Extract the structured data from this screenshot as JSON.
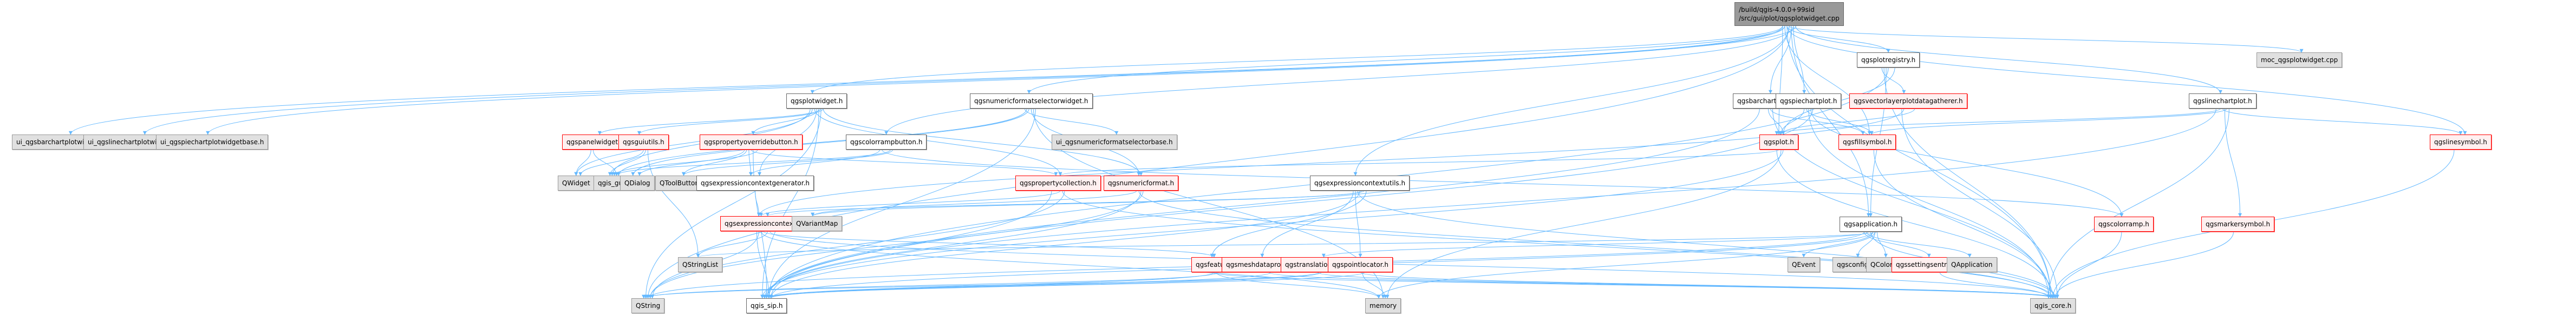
{
  "title": "Include dependency graph for qgsplotwidget.cpp",
  "colors": {
    "edge": "#63b8ff",
    "root_fill": "#999999",
    "documented_fill": "#ffffff",
    "external_fill": "#e0e0e0",
    "truncated_border": "#ff0000",
    "truncated_fill": "#fff0f0"
  },
  "root": {
    "line1": "/build/qgis-4.0.0+99sid",
    "line2": "/src/gui/plot/qgsplotwidget.cpp"
  },
  "nodes": [
    {
      "id": "qgsplotwidget_h",
      "label": "qgsplotwidget.h",
      "kind": "doc"
    },
    {
      "id": "qgsnumericformatselectorwidget_h",
      "label": "qgsnumericformatselectorwidget.h",
      "kind": "doc"
    },
    {
      "id": "qgsplotregistry_h",
      "label": "qgsplotregistry.h",
      "kind": "doc"
    },
    {
      "id": "moc_qgsplotwidget_cpp",
      "label": "moc_qgsplotwidget.cpp",
      "kind": "ext"
    },
    {
      "id": "qgsbarchartplot_h",
      "label": "qgsbarchartplot.h",
      "kind": "doc"
    },
    {
      "id": "qgspiechartplot_h",
      "label": "qgspiechartplot.h",
      "kind": "doc"
    },
    {
      "id": "qgsvectorlayerplotdatagatherer_h",
      "label": "qgsvectorlayerplotdatagatherer.h",
      "kind": "red"
    },
    {
      "id": "qgslinechartplot_h",
      "label": "qgslinechartplot.h",
      "kind": "doc"
    },
    {
      "id": "ui_qgsbarchartplotwidgetbase_h",
      "label": "ui_qgsbarchartplotwidgetbase.h",
      "kind": "ext"
    },
    {
      "id": "ui_qgslinechartplotwidgetbase_h",
      "label": "ui_qgslinechartplotwidgetbase.h",
      "kind": "ext"
    },
    {
      "id": "ui_qgspiechartplotwidgetbase_h",
      "label": "ui_qgspiechartplotwidgetbase.h",
      "kind": "ext"
    },
    {
      "id": "qgspanelwidget_h",
      "label": "qgspanelwidget.h",
      "kind": "red"
    },
    {
      "id": "qgsguiutils_h",
      "label": "qgsguiutils.h",
      "kind": "red"
    },
    {
      "id": "qgspropertyoverridebutton_h",
      "label": "qgspropertyoverridebutton.h",
      "kind": "red"
    },
    {
      "id": "qgscolorrampbutton_h",
      "label": "qgscolorrampbutton.h",
      "kind": "doc"
    },
    {
      "id": "ui_qgsnumericformatselectorbase_h",
      "label": "ui_qgsnumericformatselectorbase.h",
      "kind": "ext"
    },
    {
      "id": "qgsplot_h",
      "label": "qgsplot.h",
      "kind": "red"
    },
    {
      "id": "qgsfillsymbol_h",
      "label": "qgsfillsymbol.h",
      "kind": "red"
    },
    {
      "id": "qgslinesymbol_h",
      "label": "qgslinesymbol.h",
      "kind": "red"
    },
    {
      "id": "QWidget",
      "label": "QWidget",
      "kind": "ext"
    },
    {
      "id": "qgis_gui_h",
      "label": "qgis_gui.h",
      "kind": "ext"
    },
    {
      "id": "QDialog",
      "label": "QDialog",
      "kind": "ext"
    },
    {
      "id": "QToolButton",
      "label": "QToolButton",
      "kind": "ext"
    },
    {
      "id": "qgsexpressioncontextgenerator_h",
      "label": "qgsexpressioncontextgenerator.h",
      "kind": "doc"
    },
    {
      "id": "qgspropertycollection_h",
      "label": "qgspropertycollection.h",
      "kind": "red"
    },
    {
      "id": "qgsnumericformat_h",
      "label": "qgsnumericformat.h",
      "kind": "red"
    },
    {
      "id": "qgsexpressioncontextutils_h",
      "label": "qgsexpressioncontextutils.h",
      "kind": "doc"
    },
    {
      "id": "qgscolorramp_h",
      "label": "qgscolorramp.h",
      "kind": "red"
    },
    {
      "id": "qgsmarkersymbol_h",
      "label": "qgsmarkersymbol.h",
      "kind": "red"
    },
    {
      "id": "qgsexpressioncontext_h",
      "label": "qgsexpressioncontext.h",
      "kind": "red"
    },
    {
      "id": "QVariantMap",
      "label": "QVariantMap",
      "kind": "ext"
    },
    {
      "id": "qgsapplication_h",
      "label": "qgsapplication.h",
      "kind": "doc"
    },
    {
      "id": "QStringList",
      "label": "QStringList",
      "kind": "ext"
    },
    {
      "id": "qgsfeature_h",
      "label": "qgsfeature.h",
      "kind": "red"
    },
    {
      "id": "qgsmeshdataprovider_h",
      "label": "qgsmeshdataprovider.h",
      "kind": "red"
    },
    {
      "id": "qgstranslationcontext_h",
      "label": "qgstranslationcontext.h",
      "kind": "red"
    },
    {
      "id": "qgspointlocator_h",
      "label": "qgspointlocator.h",
      "kind": "red"
    },
    {
      "id": "QEvent",
      "label": "QEvent",
      "kind": "ext"
    },
    {
      "id": "qgsconfig_h",
      "label": "qgsconfig.h",
      "kind": "ext"
    },
    {
      "id": "QColor",
      "label": "QColor",
      "kind": "ext"
    },
    {
      "id": "qgssettingsentryimpl_h",
      "label": "qgssettingsentryimpl.h",
      "kind": "red"
    },
    {
      "id": "QApplication",
      "label": "QApplication",
      "kind": "ext"
    },
    {
      "id": "QString",
      "label": "QString",
      "kind": "ext"
    },
    {
      "id": "qgis_sip_h",
      "label": "qgis_sip.h",
      "kind": "doc"
    },
    {
      "id": "memory",
      "label": "memory",
      "kind": "ext"
    },
    {
      "id": "qgis_core_h",
      "label": "qgis_core.h",
      "kind": "ext"
    }
  ],
  "edges": [
    [
      "root",
      "qgsplotwidget_h"
    ],
    [
      "root",
      "qgsnumericformatselectorwidget_h"
    ],
    [
      "root",
      "qgsplotregistry_h"
    ],
    [
      "root",
      "moc_qgsplotwidget_cpp"
    ],
    [
      "root",
      "qgsbarchartplot_h"
    ],
    [
      "root",
      "qgspiechartplot_h"
    ],
    [
      "root",
      "qgslinechartplot_h"
    ],
    [
      "root",
      "qgsplot_h"
    ],
    [
      "root",
      "qgsfillsymbol_h"
    ],
    [
      "root",
      "qgslinesymbol_h"
    ],
    [
      "root",
      "qgsexpressioncontextutils_h"
    ],
    [
      "root",
      "qgsapplication_h"
    ],
    [
      "root",
      "qgscolorrampbutton_h"
    ],
    [
      "root",
      "ui_qgsbarchartplotwidgetbase_h"
    ],
    [
      "root",
      "ui_qgslinechartplotwidgetbase_h"
    ],
    [
      "root",
      "ui_qgspiechartplotwidgetbase_h"
    ],
    [
      "root",
      "qgis_core_h"
    ],
    [
      "root",
      "QString"
    ],
    [
      "qgsplotwidget_h",
      "qgspropertyoverridebutton_h"
    ],
    [
      "qgsplotwidget_h",
      "qgspanelwidget_h"
    ],
    [
      "qgsplotwidget_h",
      "qgsguiutils_h"
    ],
    [
      "qgsplotwidget_h",
      "qgis_gui_h"
    ],
    [
      "qgsplotwidget_h",
      "QWidget"
    ],
    [
      "qgsplotwidget_h",
      "qgspropertycollection_h"
    ],
    [
      "qgsplotwidget_h",
      "qgsexpressioncontextgenerator_h"
    ],
    [
      "qgsplotwidget_h",
      "qgis_sip_h"
    ],
    [
      "qgsplotwidget_h",
      "QString"
    ],
    [
      "qgsplotwidget_h",
      "qgsnumericformat_h"
    ],
    [
      "qgsnumericformatselectorwidget_h",
      "ui_qgsnumericformatselectorbase_h"
    ],
    [
      "qgsnumericformatselectorwidget_h",
      "qgis_gui_h"
    ],
    [
      "qgsnumericformatselectorwidget_h",
      "QDialog"
    ],
    [
      "qgsnumericformatselectorwidget_h",
      "qgsnumericformat_h"
    ],
    [
      "qgsnumericformatselectorwidget_h",
      "memory"
    ],
    [
      "qgsnumericformatselectorwidget_h",
      "qgis_sip_h"
    ],
    [
      "qgsplotregistry_h",
      "qgsplot_h"
    ],
    [
      "qgsplotregistry_h",
      "qgsvectorlayerplotdatagatherer_h"
    ],
    [
      "qgsplotregistry_h",
      "qgis_core_h"
    ],
    [
      "qgsplotregistry_h",
      "qgsapplication_h"
    ],
    [
      "qgsplotregistry_h",
      "qgis_sip_h"
    ],
    [
      "qgsbarchartplot_h",
      "qgsplot_h"
    ],
    [
      "qgsbarchartplot_h",
      "qgsfillsymbol_h"
    ],
    [
      "qgsbarchartplot_h",
      "qgis_core_h"
    ],
    [
      "qgsbarchartplot_h",
      "qgis_sip_h"
    ],
    [
      "qgspiechartplot_h",
      "qgsplot_h"
    ],
    [
      "qgspiechartplot_h",
      "qgsfillsymbol_h"
    ],
    [
      "qgspiechartplot_h",
      "qgis_core_h"
    ],
    [
      "qgspiechartplot_h",
      "qgscolorramp_h"
    ],
    [
      "qgspiechartplot_h",
      "qgis_sip_h"
    ],
    [
      "qgsvectorlayerplotdatagatherer_h",
      "qgsplot_h"
    ],
    [
      "qgsvectorlayerplotdatagatherer_h",
      "qgis_core_h"
    ],
    [
      "qgsvectorlayerplotdatagatherer_h",
      "qgsexpressioncontext_h"
    ],
    [
      "qgslinechartplot_h",
      "qgsplot_h"
    ],
    [
      "qgslinechartplot_h",
      "qgslinesymbol_h"
    ],
    [
      "qgslinechartplot_h",
      "qgsmarkersymbol_h"
    ],
    [
      "qgslinechartplot_h",
      "qgsfillsymbol_h"
    ],
    [
      "qgslinechartplot_h",
      "qgis_core_h"
    ],
    [
      "qgslinechartplot_h",
      "qgis_sip_h"
    ],
    [
      "qgspanelwidget_h",
      "QWidget"
    ],
    [
      "qgspanelwidget_h",
      "qgis_gui_h"
    ],
    [
      "qgsguiutils_h",
      "QWidget"
    ],
    [
      "qgsguiutils_h",
      "qgis_gui_h"
    ],
    [
      "qgsguiutils_h",
      "QStringList"
    ],
    [
      "qgspropertyoverridebutton_h",
      "qgis_gui_h"
    ],
    [
      "qgspropertyoverridebutton_h",
      "QDialog"
    ],
    [
      "qgspropertyoverridebutton_h",
      "QToolButton"
    ],
    [
      "qgspropertyoverridebutton_h",
      "qgsexpressioncontextgenerator_h"
    ],
    [
      "qgspropertyoverridebutton_h",
      "qgspropertycollection_h"
    ],
    [
      "qgspropertyoverridebutton_h",
      "qgis_sip_h"
    ],
    [
      "qgscolorrampbutton_h",
      "qgis_gui_h"
    ],
    [
      "qgscolorrampbutton_h",
      "QToolButton"
    ],
    [
      "qgscolorrampbutton_h",
      "qgsexpressioncontextgenerator_h"
    ],
    [
      "qgscolorrampbutton_h",
      "qgscolorramp_h"
    ],
    [
      "qgsplot_h",
      "qgis_core_h"
    ],
    [
      "qgsplot_h",
      "qgspropertycollection_h"
    ],
    [
      "qgsplot_h",
      "memory"
    ],
    [
      "qgsplot_h",
      "qgis_sip_h"
    ],
    [
      "qgsfillsymbol_h",
      "qgis_core_h"
    ],
    [
      "qgslinesymbol_h",
      "qgis_core_h"
    ],
    [
      "qgsmarkersymbol_h",
      "qgis_core_h"
    ],
    [
      "qgscolorramp_h",
      "qgis_core_h"
    ],
    [
      "qgsexpressioncontextgenerator_h",
      "qgsexpressioncontext_h"
    ],
    [
      "qgspropertycollection_h",
      "qgsexpressioncontext_h"
    ],
    [
      "qgspropertycollection_h",
      "qgis_core_h"
    ],
    [
      "qgspropertycollection_h",
      "QString"
    ],
    [
      "qgspropertycollection_h",
      "qgis_sip_h"
    ],
    [
      "qgsnumericformat_h",
      "QVariantMap"
    ],
    [
      "qgsnumericformat_h",
      "qgis_core_h"
    ],
    [
      "qgsnumericformat_h",
      "qgis_sip_h"
    ],
    [
      "qgsnumericformat_h",
      "QString"
    ],
    [
      "qgsexpressioncontextutils_h",
      "qgsexpressioncontext_h"
    ],
    [
      "qgsexpressioncontextutils_h",
      "qgsfeature_h"
    ],
    [
      "qgsexpressioncontextutils_h",
      "qgsmeshdataprovider_h"
    ],
    [
      "qgsexpressioncontextutils_h",
      "qgspointlocator_h"
    ],
    [
      "qgsexpressioncontextutils_h",
      "qgis_core_h"
    ],
    [
      "qgsexpressioncontextutils_h",
      "qgis_sip_h"
    ],
    [
      "qgsexpressioncontextutils_h",
      "QVariantMap"
    ],
    [
      "qgsexpressioncontext_h",
      "QStringList"
    ],
    [
      "qgsexpressioncontext_h",
      "qgis_core_h"
    ],
    [
      "qgsexpressioncontext_h",
      "qgis_sip_h"
    ],
    [
      "qgsexpressioncontext_h",
      "QString"
    ],
    [
      "qgsexpressioncontext_h",
      "memory"
    ],
    [
      "qgsexpressioncontext_h",
      "qgsfeature_h"
    ],
    [
      "qgsapplication_h",
      "QEvent"
    ],
    [
      "qgsapplication_h",
      "qgsconfig_h"
    ],
    [
      "qgsapplication_h",
      "QColor"
    ],
    [
      "qgsapplication_h",
      "qgssettingsentryimpl_h"
    ],
    [
      "qgsapplication_h",
      "QApplication"
    ],
    [
      "qgsapplication_h",
      "qgstranslationcontext_h"
    ],
    [
      "qgsapplication_h",
      "qgis_core_h"
    ],
    [
      "qgsapplication_h",
      "qgis_sip_h"
    ],
    [
      "qgsapplication_h",
      "memory"
    ],
    [
      "qgsapplication_h",
      "QStringList"
    ],
    [
      "qgsapplication_h",
      "QString"
    ],
    [
      "qgsfeature_h",
      "qgis_core_h"
    ],
    [
      "qgsfeature_h",
      "qgis_sip_h"
    ],
    [
      "qgsfeature_h",
      "memory"
    ],
    [
      "qgsfeature_h",
      "QString"
    ],
    [
      "qgsmeshdataprovider_h",
      "qgis_core_h"
    ],
    [
      "qgsmeshdataprovider_h",
      "qgis_sip_h"
    ],
    [
      "qgstranslationcontext_h",
      "qgis_core_h"
    ],
    [
      "qgstranslationcontext_h",
      "QString"
    ],
    [
      "qgstranslationcontext_h",
      "qgis_sip_h"
    ],
    [
      "qgspointlocator_h",
      "qgis_core_h"
    ],
    [
      "qgspointlocator_h",
      "memory"
    ],
    [
      "qgspointlocator_h",
      "qgis_sip_h"
    ],
    [
      "qgssettingsentryimpl_h",
      "qgis_core_h"
    ],
    [
      "qgssettingsentryimpl_h",
      "QColor"
    ]
  ]
}
